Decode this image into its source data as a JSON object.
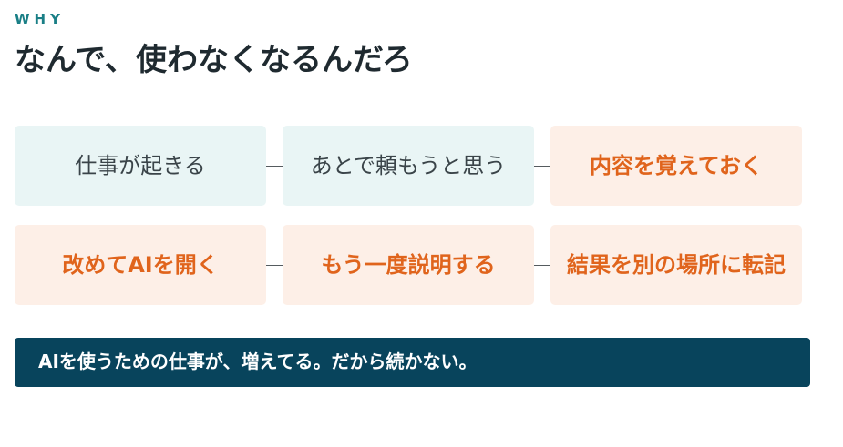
{
  "header": {
    "eyebrow": "WHY",
    "title": "なんで、使わなくなるんだろ"
  },
  "steps": [
    [
      {
        "label": "仕事が起きる",
        "style": "neutral"
      },
      {
        "label": "あとで頼もうと思う",
        "style": "neutral"
      },
      {
        "label": "内容を覚えておく",
        "style": "warn"
      }
    ],
    [
      {
        "label": "改めてAIを開く",
        "style": "warn"
      },
      {
        "label": "もう一度説明する",
        "style": "warn"
      },
      {
        "label": "結果を別の場所に転記",
        "style": "warn"
      }
    ]
  ],
  "banner": {
    "text": "AIを使うための仕事が、増えてる。だから続かない。"
  },
  "colors": {
    "accent": "#1a7f86",
    "neutral_bg": "#e9f5f5",
    "warn_bg": "#fdefe7",
    "warn_text": "#e0641c",
    "banner_bg": "#08445c"
  }
}
